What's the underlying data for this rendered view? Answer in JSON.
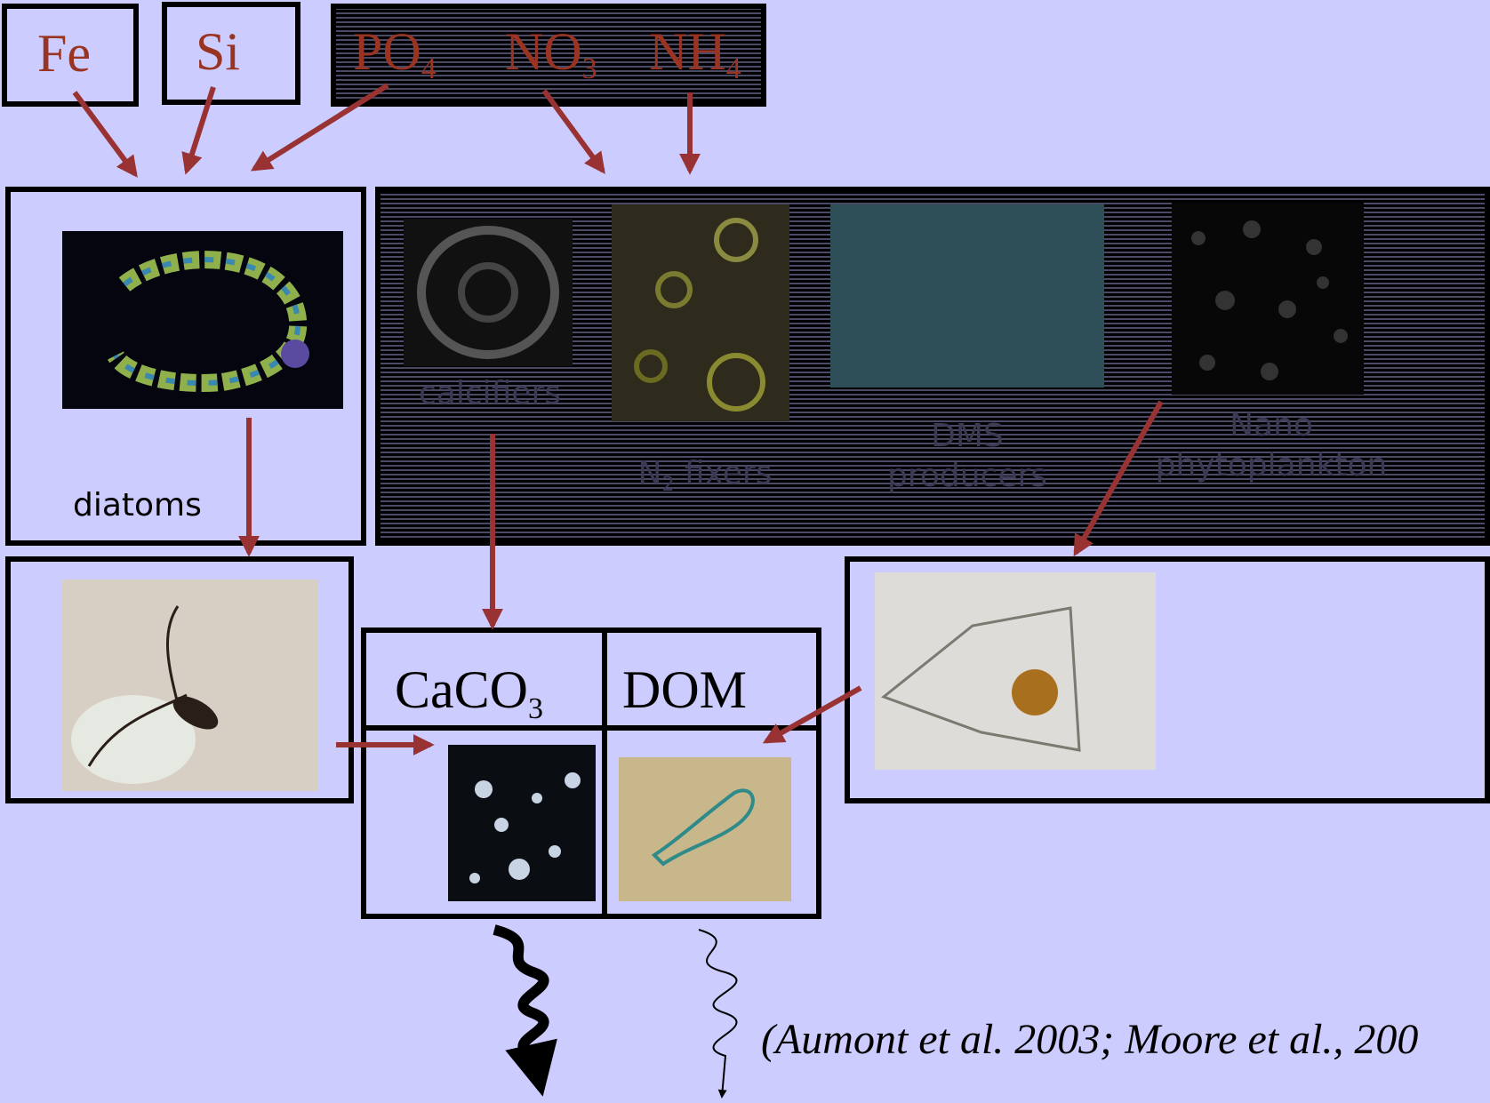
{
  "nutrients": {
    "fe": "Fe",
    "si": "Si",
    "po4": {
      "base": "PO",
      "sub": "4"
    },
    "no3": {
      "base": "NO",
      "sub": "3"
    },
    "nh4": {
      "base": "NH",
      "sub": "4"
    }
  },
  "groups": {
    "diatoms": "diatoms",
    "calcifiers": "calcifiers",
    "n2fixers": {
      "base": "N",
      "sub": "2",
      "rest": " fixers"
    },
    "dms": "DMS\nproducers",
    "nano": "Nano\nphytoplankton"
  },
  "pools": {
    "caco3": {
      "base": "CaCO",
      "sub": "3"
    },
    "dom": "DOM"
  },
  "citation": "(Aumont et al. 2003; Moore et al., 200",
  "icons": [
    "diatom-chain-image",
    "coccolith-image",
    "trichodesmium-image",
    "dms-image",
    "nano-image",
    "copepod-image",
    "dinoflagellate-image",
    "particle-image",
    "gel-particle-image"
  ],
  "colors": {
    "background": "#ccccff",
    "nutrient_text": "#993322",
    "arrow": "#993333",
    "border": "#000000"
  }
}
